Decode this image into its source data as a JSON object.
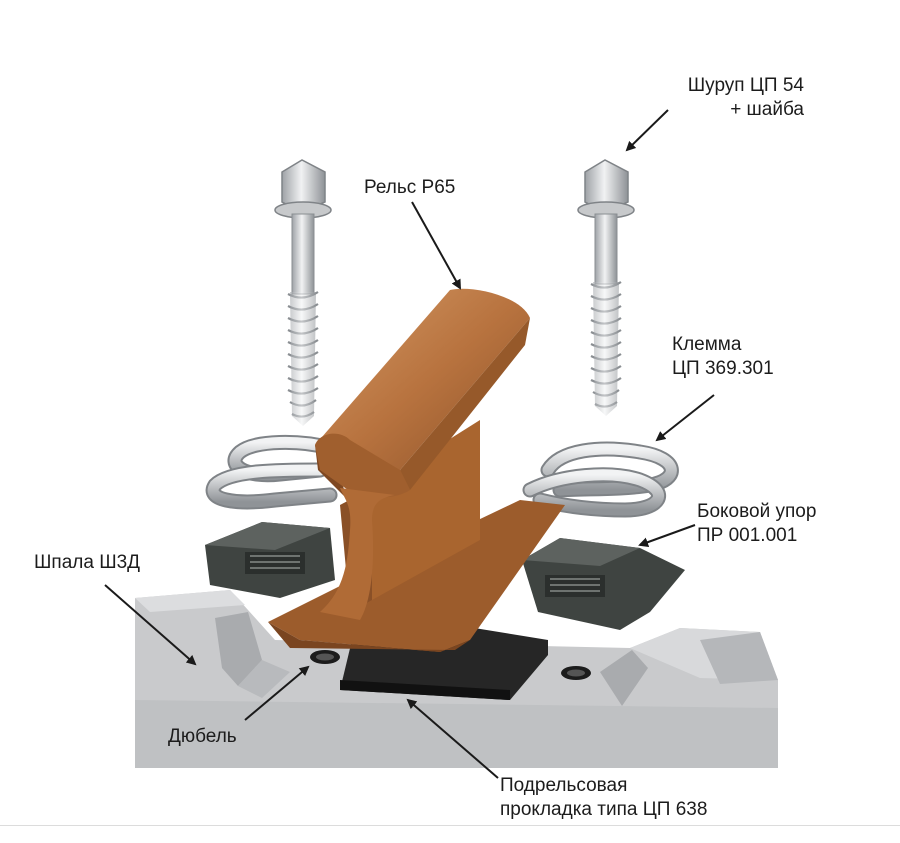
{
  "labels": {
    "screw": [
      "Шуруп ЦП 54",
      "+ шайба"
    ],
    "rail": [
      "Рельс Р65"
    ],
    "clip": [
      "Клемма",
      "ЦП 369.301"
    ],
    "side_stop": [
      "Боковой упор",
      "ПР 001.001"
    ],
    "sleeper": [
      "Шпала Ш3Д"
    ],
    "dowel": [
      "Дюбель"
    ],
    "pad": [
      "Подрельсовая",
      "прокладка типа ЦП 638"
    ]
  },
  "colors": {
    "rail": "#b8733f",
    "rail_dark": "#8a5027",
    "rail_light": "#d49a66",
    "sleeper": "#c9cacc",
    "sleeper_dark": "#a9abae",
    "pad": "#262626",
    "side_stop": "#3f4441",
    "screw": "#d6d8da",
    "clip": "#cfd2d4",
    "arrow": "#1a1a1a"
  }
}
